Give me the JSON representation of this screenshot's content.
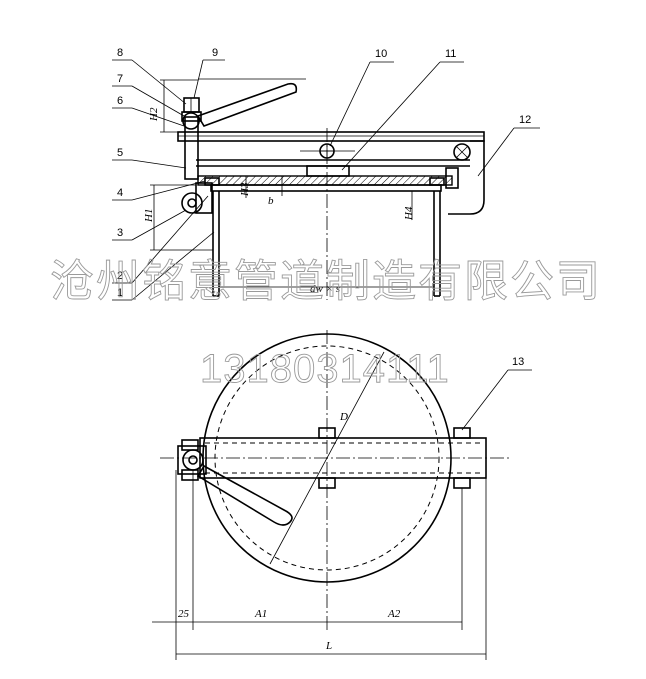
{
  "part_labels": [
    "1",
    "2",
    "3",
    "4",
    "5",
    "6",
    "7",
    "8",
    "9",
    "10",
    "11",
    "12",
    "13"
  ],
  "dimensions": {
    "H1": "H1",
    "H2": "H2",
    "H3": "H3",
    "H4": "H4",
    "b": "b",
    "dw_s": "dw × s",
    "D": "D",
    "A1": "A1",
    "A2": "A2",
    "L": "L",
    "offset_25": "25"
  },
  "watermark": {
    "company": "沧州铭意管道制造有限公司",
    "phone": "13180314111"
  },
  "colors": {
    "line": "#000000",
    "watermark": "#9a9a9a",
    "background": "#ffffff"
  }
}
